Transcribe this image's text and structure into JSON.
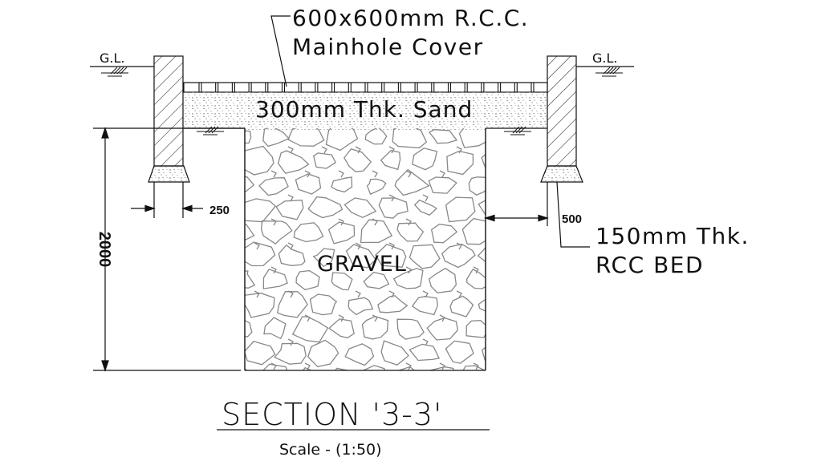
{
  "drawing": {
    "cover_label_line1": "600x600mm R.C.C.",
    "cover_label_line2": "Mainhole Cover",
    "sand_label": "300mm Thk. Sand",
    "gl_left": "G.L.",
    "gl_right": "G.L.",
    "gravel_label": "GRAVEL",
    "dim_depth": "2000",
    "dim_wall": "250",
    "dim_offset": "500",
    "bed_label_line1": "150mm Thk.",
    "bed_label_line2": "RCC BED",
    "section_title": "SECTION '3-3'",
    "scale_label": "Scale  -  (1:50)"
  }
}
